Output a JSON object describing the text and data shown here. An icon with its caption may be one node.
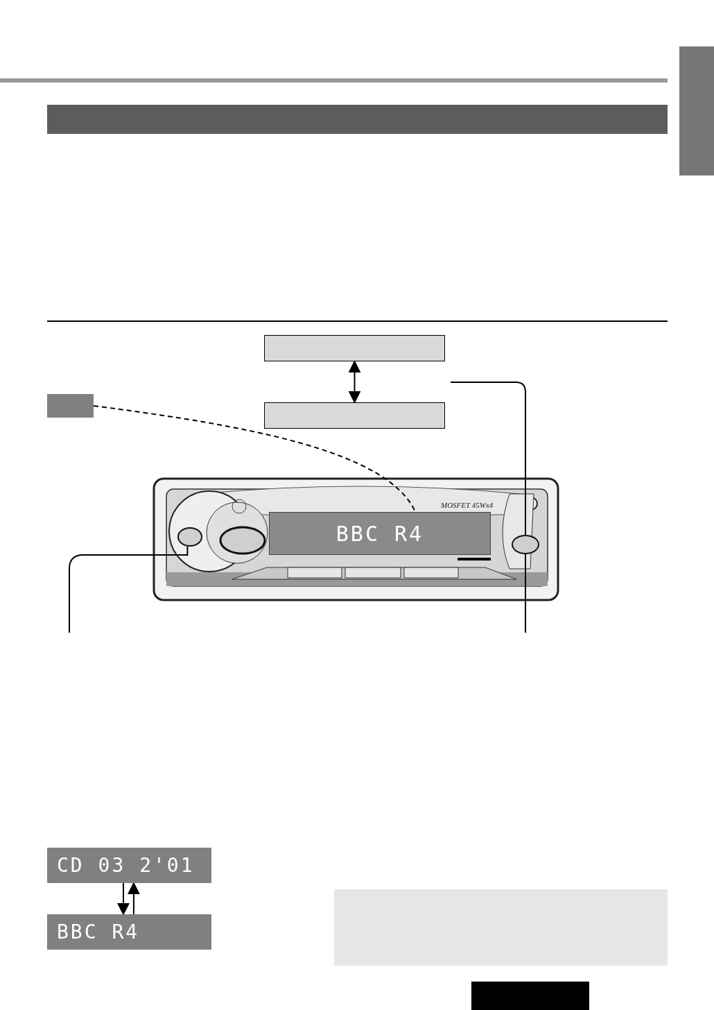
{
  "diagram": {
    "nodes": [
      {
        "text": [],
        "shape": "box"
      },
      {
        "text": [],
        "shape": "box"
      },
      {
        "text": [],
        "shape": "box"
      },
      {
        "text": [
          "BBC R4"
        ]
      },
      {
        "text": [],
        "shape": "oval"
      },
      {
        "text": [],
        "shape": "oval"
      },
      {
        "text": [
          "CD 03 2'01"
        ]
      },
      {
        "text": [
          "BBC R4"
        ]
      },
      {
        "text": [],
        "shape": "box"
      }
    ],
    "edges": [
      {
        "from": 0,
        "to": 1,
        "arrow": "both"
      },
      {
        "from": 2,
        "to": 3,
        "arrow": "none",
        "style": "dashed"
      },
      {
        "from": 4,
        "to": null,
        "arrow": "none"
      },
      {
        "from": null,
        "to": 5,
        "arrow": "none"
      },
      {
        "from": 5,
        "to": null,
        "arrow": "none"
      },
      {
        "from": 6,
        "to": 7,
        "arrow": "to"
      },
      {
        "from": 7,
        "to": 6,
        "arrow": "to"
      }
    ],
    "labels": [
      "MOSFET 45Wx4"
    ]
  }
}
